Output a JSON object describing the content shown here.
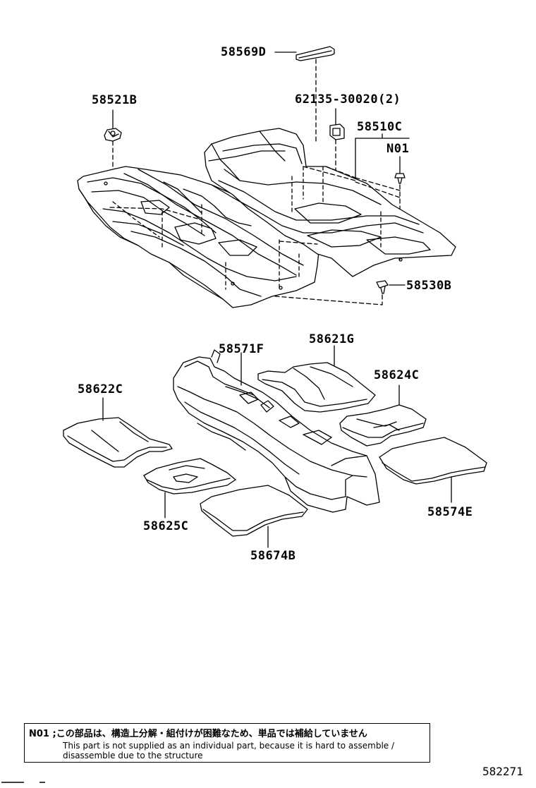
{
  "parts": {
    "p58569D": "58569D",
    "p58521B": "58521B",
    "p62135": "62135-30020(2)",
    "p58510C": "58510C",
    "pN01": "N01",
    "p58530B": "58530B",
    "p58571F": "58571F",
    "p58621G": "58621G",
    "p58622C": "58622C",
    "p58624C": "58624C",
    "p58625C": "58625C",
    "p58674B": "58674B",
    "p58574E": "58574E"
  },
  "note": {
    "jp": "N01 ;この部品は、構造上分解・組付けが困難なため、単品では補給していません",
    "en_line1": "This part is not supplied as an individual part, because it is hard to assemble /",
    "en_line2": "disassemble due to the structure"
  },
  "diagram_id": "582271"
}
